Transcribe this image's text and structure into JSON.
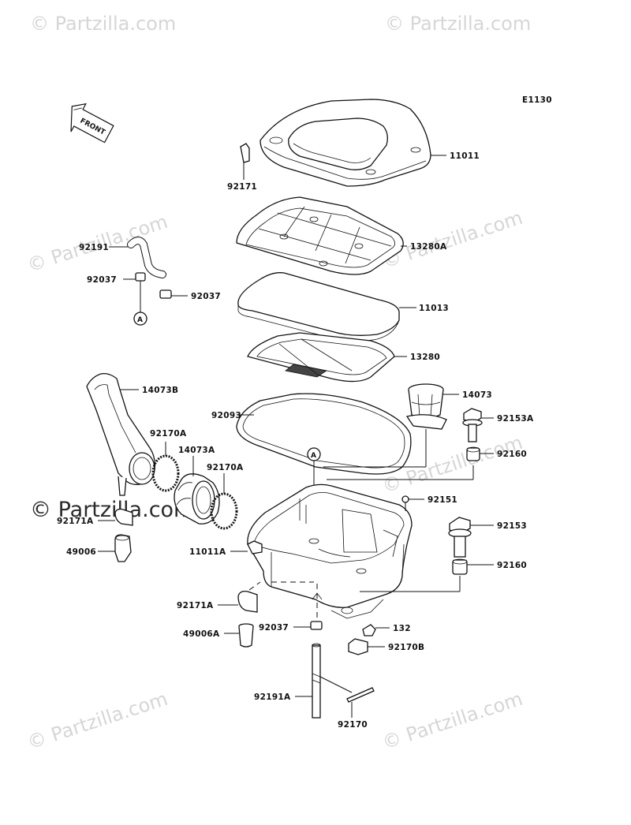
{
  "diagram_code": "E1130",
  "front_label": "FRONT",
  "ref_marker": "A",
  "watermark_text": "© Partzilla.com",
  "watermark_small": "© Partzilla.com",
  "parts": {
    "p11011": "11011",
    "p92171": "92171",
    "p92191": "92191",
    "p92037_top": "92037",
    "p92037_side": "92037",
    "p13280A": "13280A",
    "p11013": "11013",
    "p13280": "13280",
    "p14073B": "14073B",
    "p14073": "14073",
    "p92093": "92093",
    "p92153A": "92153A",
    "p92170A_1": "92170A",
    "p14073A": "14073A",
    "p92170A_2": "92170A",
    "p92160_1": "92160",
    "p92151": "92151",
    "p92171A_1": "92171A",
    "p92153": "92153",
    "p49006": "49006",
    "p11011A": "11011A",
    "p92160_2": "92160",
    "p92171A_2": "92171A",
    "p132": "132",
    "p49006A": "49006A",
    "p92037_bottom": "92037",
    "p92170B": "92170B",
    "p92191A": "92191A",
    "p92170": "92170"
  }
}
